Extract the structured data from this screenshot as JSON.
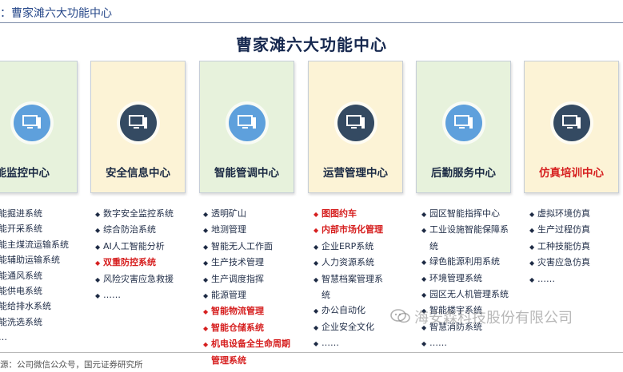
{
  "caption": "：曹家滩六大功能中心",
  "title": "曹家滩六大功能中心",
  "colors": {
    "panel_green": "#e7f2dc",
    "panel_yellow": "#fcf3d6",
    "icon_blue": "#5ea0dc",
    "icon_navy": "#344a62",
    "highlight_red": "#d61f1f"
  },
  "centers": [
    {
      "name": "智能监控中心",
      "icon": "monitor-icon",
      "items": [
        {
          "text": "能掘进系统",
          "bullet": false
        },
        {
          "text": "能开采系统",
          "bullet": false
        },
        {
          "text": "能主煤流运输系统",
          "bullet": false
        },
        {
          "text": "能辅助运输系统",
          "bullet": false
        },
        {
          "text": "能通风系统",
          "bullet": false
        },
        {
          "text": "能供电系统",
          "bullet": false
        },
        {
          "text": "能给排水系统",
          "bullet": false
        },
        {
          "text": "能洗选系统",
          "bullet": false
        },
        {
          "text": "…",
          "bullet": false
        }
      ]
    },
    {
      "name": "安全信息中心",
      "icon": "monitor-icon",
      "items": [
        {
          "text": "数字安全监控系统",
          "bullet": true
        },
        {
          "text": "综合防治系统",
          "bullet": true
        },
        {
          "text": "AI人工智能分析",
          "bullet": true
        },
        {
          "text": "双重防控系统",
          "bullet": true,
          "red": true
        },
        {
          "text": "风险灾害应急救援",
          "bullet": true
        },
        {
          "text": "……",
          "bullet": true
        }
      ]
    },
    {
      "name": "智能管调中心",
      "icon": "monitor-icon",
      "items": [
        {
          "text": "透明矿山",
          "bullet": true
        },
        {
          "text": "地测管理",
          "bullet": true
        },
        {
          "text": "智能无人工作面",
          "bullet": true
        },
        {
          "text": "生产技术管理",
          "bullet": true
        },
        {
          "text": "生产调度指挥",
          "bullet": true
        },
        {
          "text": "能源管理",
          "bullet": true
        },
        {
          "text": "智能物流管理",
          "bullet": true,
          "red": true
        },
        {
          "text": "智能仓储系统",
          "bullet": true,
          "red": true
        },
        {
          "text": "机电设备全生命周期",
          "bullet": true,
          "red": true
        },
        {
          "text": "管理系统",
          "bullet": false,
          "red": true
        },
        {
          "text": "……",
          "bullet": true,
          "red": true
        }
      ]
    },
    {
      "name": "运营管理中心",
      "icon": "monitor-icon",
      "items": [
        {
          "text": "图图约车",
          "bullet": true,
          "red": true
        },
        {
          "text": "内部市场化管理",
          "bullet": true,
          "red": true
        },
        {
          "text": "企业ERP系统",
          "bullet": true
        },
        {
          "text": "人力资源系统",
          "bullet": true
        },
        {
          "text": "智慧档案管理系",
          "bullet": true
        },
        {
          "text": "统",
          "bullet": false
        },
        {
          "text": "办公自动化",
          "bullet": true
        },
        {
          "text": "企业安全文化",
          "bullet": true
        },
        {
          "text": "……",
          "bullet": true
        }
      ]
    },
    {
      "name": "后勤服务中心",
      "icon": "monitor-icon",
      "items": [
        {
          "text": "园区智能指挥中心",
          "bullet": true
        },
        {
          "text": "工业设施智能保障系",
          "bullet": true
        },
        {
          "text": "统",
          "bullet": false
        },
        {
          "text": "绿色能源利用系统",
          "bullet": true
        },
        {
          "text": "环境管理系统",
          "bullet": true
        },
        {
          "text": "园区无人机管理系统",
          "bullet": true
        },
        {
          "text": "智能楼宇系统",
          "bullet": true
        },
        {
          "text": "智慧消防系统",
          "bullet": true
        },
        {
          "text": "……",
          "bullet": true
        }
      ]
    },
    {
      "name": "仿真培训中心",
      "icon": "monitor-icon",
      "title_red": true,
      "items": [
        {
          "text": "虚拟环境仿真",
          "bullet": true
        },
        {
          "text": "生产过程仿真",
          "bullet": true
        },
        {
          "text": "工种技能仿真",
          "bullet": true
        },
        {
          "text": "灾害应急仿真",
          "bullet": true
        },
        {
          "text": "……",
          "bullet": true
        }
      ]
    }
  ],
  "watermark": "海安森科技股份有限公司",
  "source": "源：公司微信公众号，国元证券研究所"
}
